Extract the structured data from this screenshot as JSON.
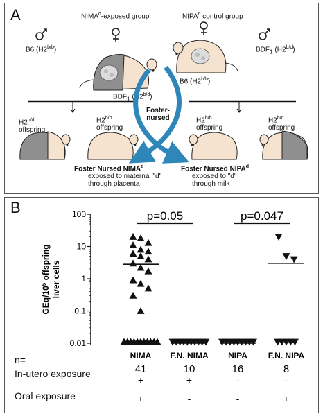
{
  "panel_a": {
    "letter": "A",
    "left_group_title": "NIMA",
    "left_group_title_sup": "d",
    "left_group_title_rest": "-exposed group",
    "right_group_title": "NIPA",
    "right_group_title_sup": "d",
    "right_group_title_rest": " control group",
    "male_left": "B6 (H2",
    "male_left_sup": "b/b",
    "female_left": "BDF",
    "female_left_sub": "1",
    "female_left_rest": " (H2",
    "female_left_sup": "b/d",
    "female_right": "B6 (H2",
    "female_right_sup": "b/b",
    "male_right": "BDF",
    "male_right_sub": "1",
    "male_right_rest": " (H2",
    "male_right_sup": "b/d",
    "foster_label_1": "Foster-",
    "foster_label_2": "nursed",
    "offspring": [
      {
        "h2": "H2",
        "sup": "b/d",
        "word": "offspring"
      },
      {
        "h2": "H2",
        "sup": "b/b",
        "word": "offspring"
      },
      {
        "h2": "H2",
        "sup": "b/b",
        "word": "offspring"
      },
      {
        "h2": "H2",
        "sup": "b/d",
        "word": "offspring"
      }
    ],
    "fn_nima_title": "Foster Nursed NIMA",
    "fn_nima_sup": "d",
    "fn_nima_line1": "exposed to maternal \"d\"",
    "fn_nima_line2": "through placenta",
    "fn_nipa_title": "Foster Nursed NIPA",
    "fn_nipa_sup": "d",
    "fn_nipa_line1": "exposed to \"d\"",
    "fn_nipa_line2": "through milk",
    "colors": {
      "mouse_light": "#f5e2cf",
      "mouse_gray": "#8f8f8f",
      "arrow_blue": "#2f86b8"
    }
  },
  "panel_b": {
    "letter": "B",
    "ylabel_line1": "GEq/10",
    "ylabel_sup": "5",
    "ylabel_rest": " offspring",
    "ylabel_line2": "liver cells",
    "y_ticks": [
      "100",
      "10",
      "1",
      "0.1",
      "0.01"
    ],
    "pvalues": [
      "p=0.05",
      "p=0.047"
    ],
    "n_label": "n=",
    "in_utero_label": "In-utero exposure",
    "oral_label": "Oral exposure"
  },
  "chart_data": {
    "type": "scatter",
    "y_scale": "log",
    "ylim": [
      0.01,
      100
    ],
    "ylabel": "GEq/10^5 offspring liver cells",
    "categories": [
      "NIMA",
      "F.N. NIMA",
      "NIPA",
      "F.N. NIPA"
    ],
    "n": [
      "41",
      "10",
      "16",
      "8"
    ],
    "in_utero": [
      "+",
      "+",
      "-",
      "-"
    ],
    "oral": [
      "+",
      "-",
      "-",
      "+"
    ],
    "marker": [
      "triangle-up",
      "triangle-down",
      "triangle-down",
      "triangle-down"
    ],
    "medians": [
      2.8,
      0.01,
      0.01,
      3.0
    ],
    "points": [
      [
        20,
        18,
        13,
        11,
        8,
        7,
        6,
        5,
        4,
        3,
        2.2,
        1.7,
        0.9,
        0.7,
        0.5,
        0.3,
        0.1,
        0.01,
        0.01,
        0.01,
        0.01,
        0.01,
        0.01,
        0.01,
        0.01,
        0.01,
        0.01,
        0.01
      ],
      [
        0.01,
        0.01,
        0.01,
        0.01,
        0.01,
        0.01,
        0.01,
        0.01,
        0.01,
        0.01
      ],
      [
        0.01,
        0.01,
        0.01,
        0.01,
        0.01,
        0.01,
        0.01,
        0.01,
        0.01
      ],
      [
        20,
        5,
        4,
        0.01,
        0.01,
        0.01,
        0.01,
        0.01
      ]
    ],
    "comparisons": [
      {
        "groups": [
          0,
          1
        ],
        "label": "p=0.05"
      },
      {
        "groups": [
          2,
          3
        ],
        "label": "p=0.047"
      }
    ]
  }
}
